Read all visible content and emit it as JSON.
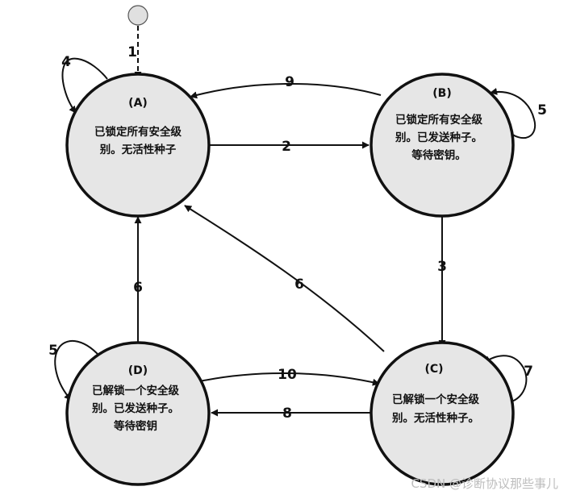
{
  "states": {
    "A": {
      "id": "(A)",
      "lines": [
        "已锁定所有安全级",
        "别。无活性种子"
      ]
    },
    "B": {
      "id": "(B)",
      "lines": [
        "已锁定所有安全级",
        "别。已发送种子。",
        "等待密钥。"
      ]
    },
    "C": {
      "id": "(C)",
      "lines": [
        "已解锁一个安全级",
        "别。无活性种子。"
      ]
    },
    "D": {
      "id": "(D)",
      "lines": [
        "已解锁一个安全级",
        "别。已发送种子。",
        "等待密钥"
      ]
    }
  },
  "transitions": {
    "t1": "1",
    "t2": "2",
    "t3": "3",
    "t4": "4",
    "t5_B": "5",
    "t5_D": "5",
    "t6_DA": "6",
    "t6_CA": "6",
    "t7": "7",
    "t8": "8",
    "t9": "9",
    "t10": "10"
  },
  "watermark": "CSDN @诊断协议那些事儿"
}
